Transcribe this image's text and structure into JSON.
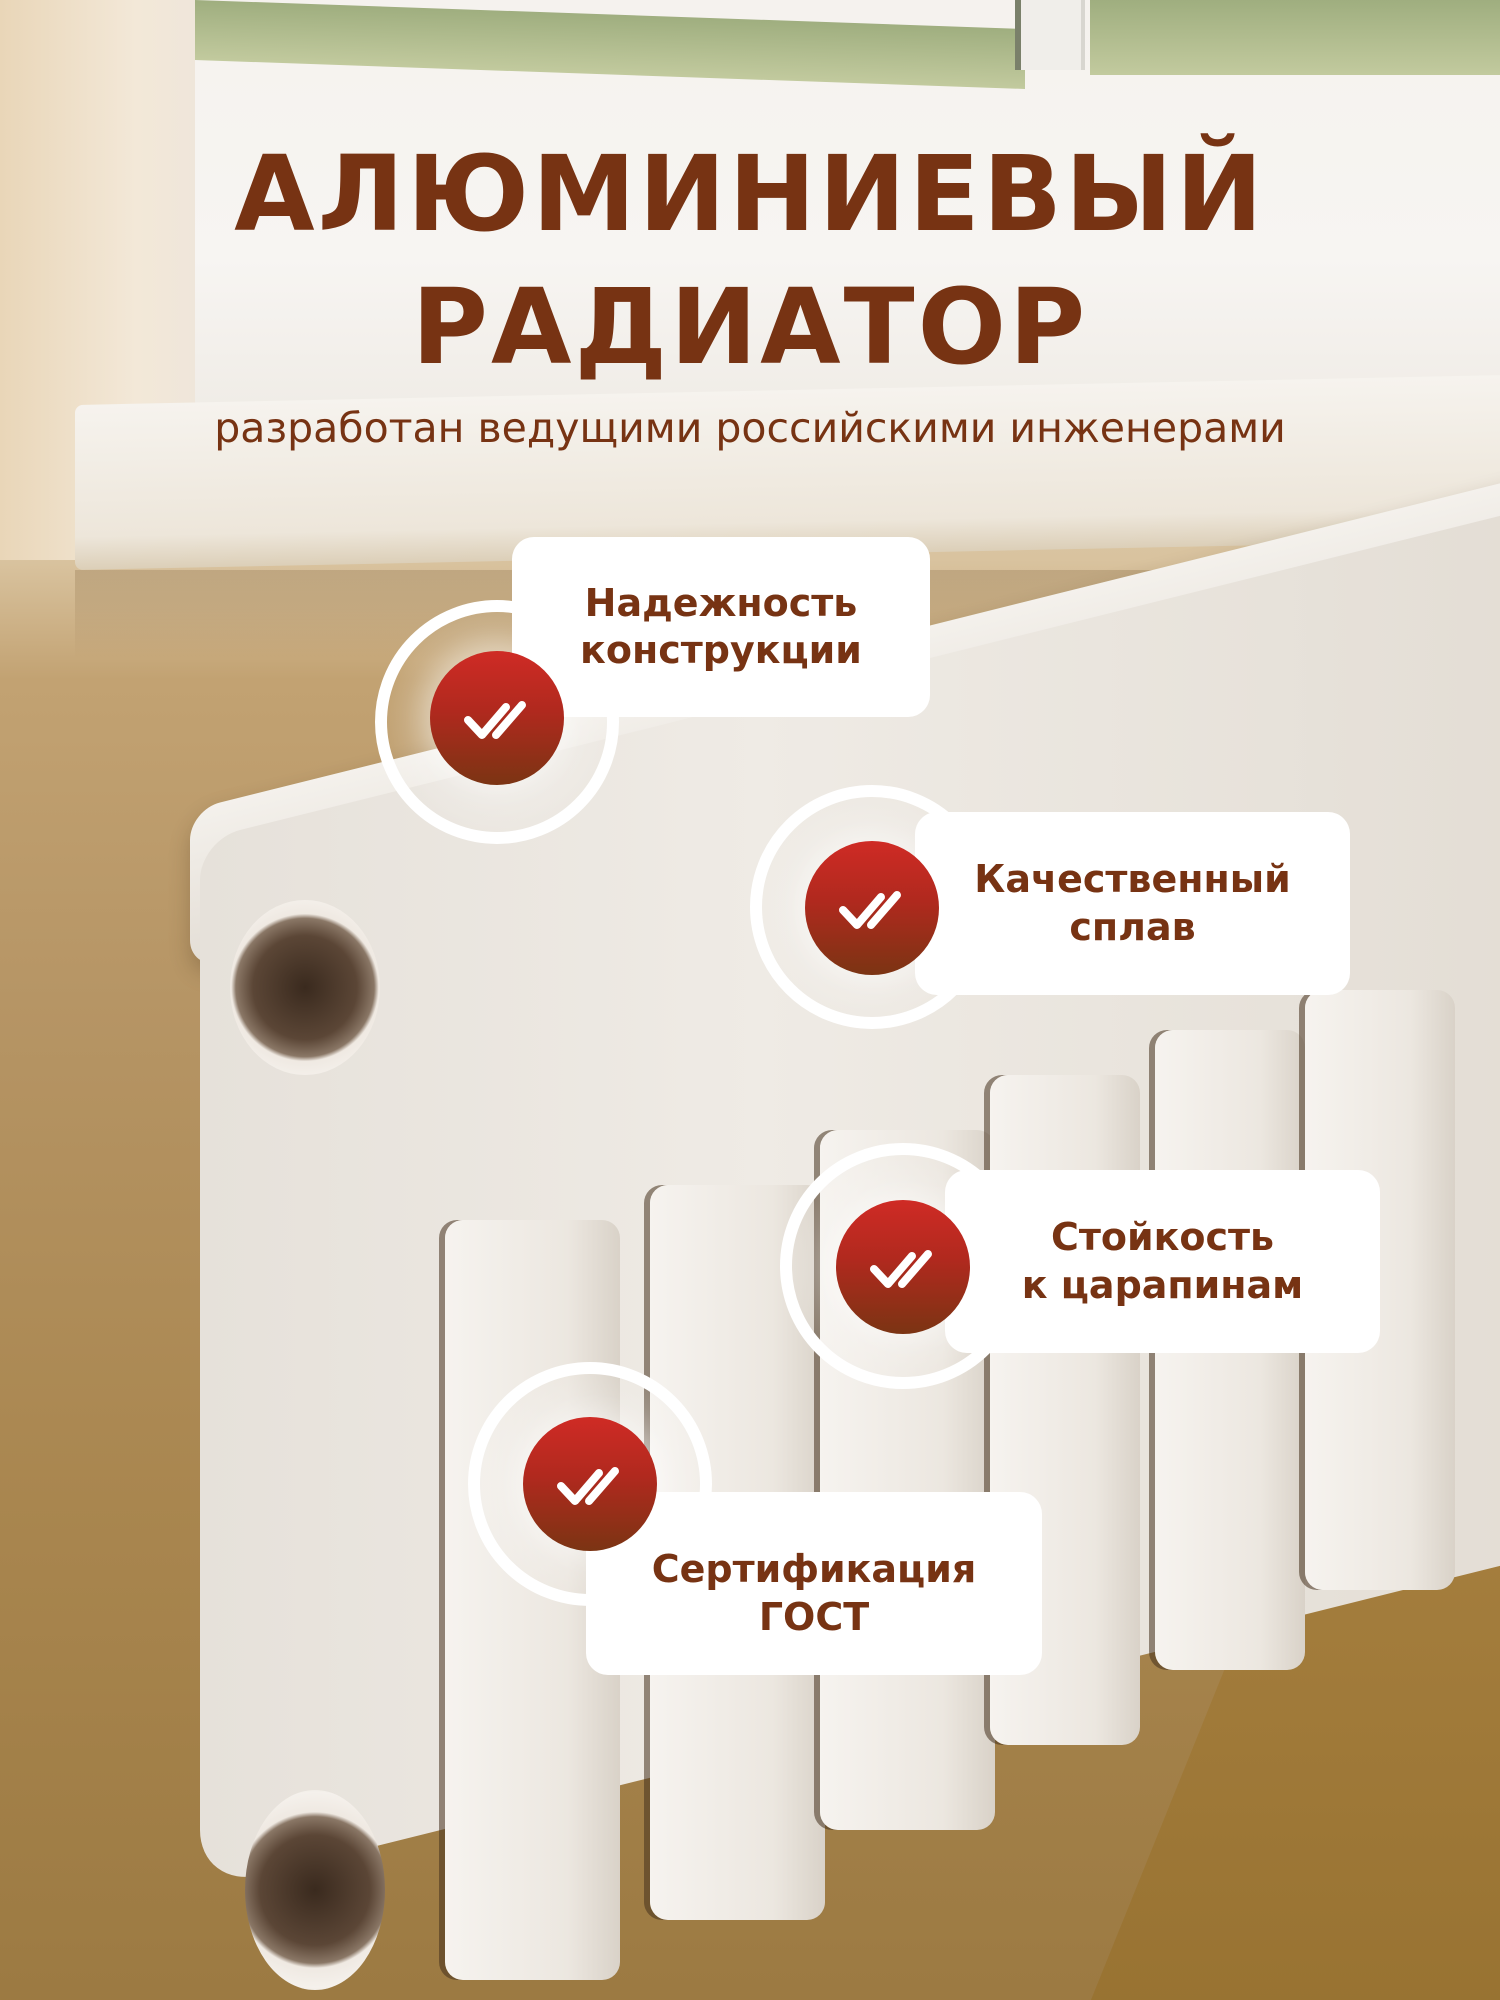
{
  "header": {
    "title_line1": "АЛЮМИНИЕВЫЙ",
    "title_line2": "РАДИАТОР",
    "subtitle": "разработан ведущими российскими инженерами"
  },
  "features": [
    {
      "icon": "double-check-icon",
      "line1": "Надежность",
      "line2": "конструкции"
    },
    {
      "icon": "double-check-icon",
      "line1": "Качественный",
      "line2": "сплав"
    },
    {
      "icon": "double-check-icon",
      "line1": "Стойкость",
      "line2": "к царапинам"
    },
    {
      "icon": "double-check-icon",
      "line1": "Сертификация",
      "line2": "ГОСТ"
    }
  ],
  "colors": {
    "accent_text": "#773313",
    "badge_top": "#cf2b25",
    "badge_bottom": "#7b3413",
    "card_bg": "#ffffff",
    "wall": "#b99a6a"
  }
}
